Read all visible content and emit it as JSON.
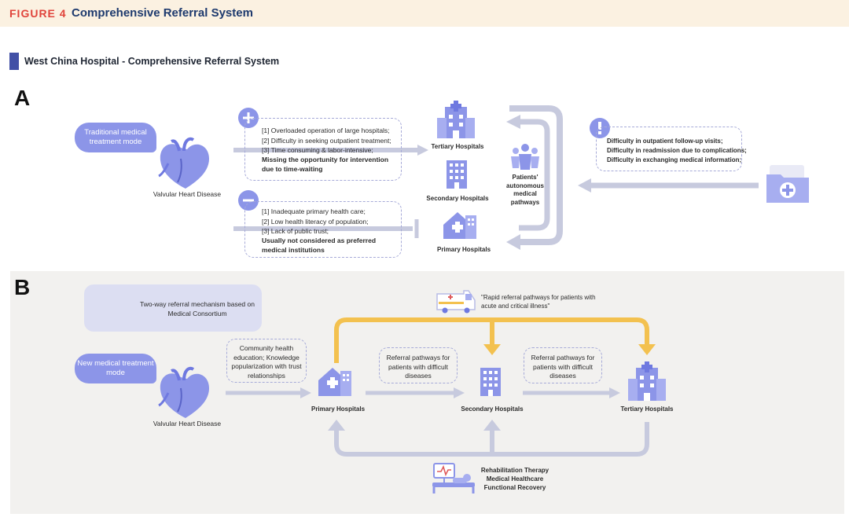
{
  "header": {
    "figure_number": "FIGURE 4",
    "title": "Comprehensive Referral System"
  },
  "subtitle": "West China Hospital - Comprehensive Referral System",
  "panel_a": {
    "letter": "A",
    "mode_label": "Traditional medical treatment mode",
    "disease_label": "Valvular Heart Disease",
    "pros_items": [
      "[1] Overloaded operation of large hospitals;",
      "[2] Difficulty in seeking outpatient treatment;",
      "[3] Time consuming & labor-intensive;"
    ],
    "pros_conclusion": "Missing the opportunity for intervention due to time-waiting",
    "cons_items": [
      "[1] Inadequate primary health care;",
      "[2] Low health literacy of population;",
      "[3] Lack of public trust;"
    ],
    "cons_conclusion": "Usually not considered as preferred medical institutions",
    "tertiary_label": "Tertiary Hospitals",
    "secondary_label": "Secondary Hospitals",
    "primary_label": "Primary Hospitals",
    "patients_label": "Patients' autonomous medical pathways",
    "difficulties": [
      "Difficulty in outpatient follow-up visits;",
      "Difficulty in readmission due to complications;",
      "Difficulty in exchanging medical information;"
    ]
  },
  "panel_b": {
    "letter": "B",
    "mechanism_label": "Two-way referral mechanism based on Medical Consortium",
    "mode_label": "New medical treatment mode",
    "disease_label": "Valvular Heart Disease",
    "community_label": "Community health education; Knowledge popularization with trust relationships",
    "referral_label_1": "Referral pathways for patients with difficult diseases",
    "referral_label_2": "Referral pathways for patients with difficult diseases",
    "rapid_label": "\"Rapid referral pathways for patients with acute and critical illness\"",
    "primary_label": "Primary Hospitals",
    "secondary_label": "Secondary Hospitals",
    "tertiary_label": "Tertiary Hospitals",
    "rehab_lines": [
      "Rehabilitation Therapy",
      "Medical Healthcare",
      "Functional Recovery"
    ]
  },
  "colors": {
    "accent": "#8c95e8",
    "icon": "#6f79e0",
    "arrow_grey": "#c7cade",
    "arrow_yellow": "#f3c14f",
    "figure_red": "#e0443b",
    "title_navy": "#1e3a6e"
  }
}
